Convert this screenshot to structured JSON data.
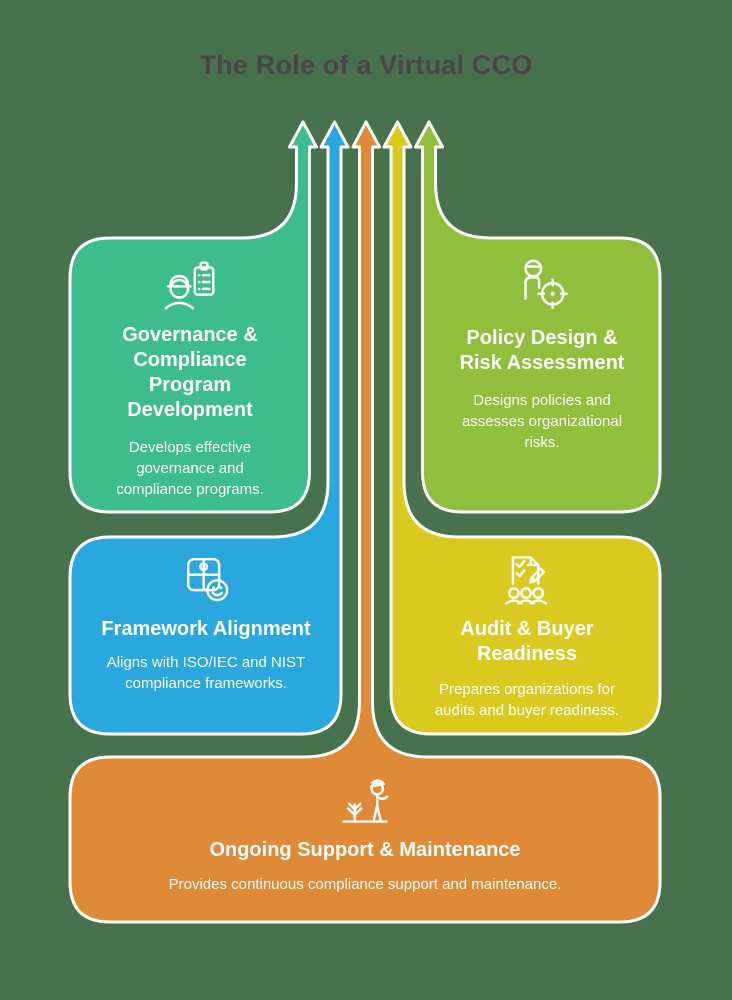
{
  "page": {
    "title": "The Role of a Virtual CCO",
    "title_color": "#474747",
    "background_color": "#48714E",
    "outline_color": "#FFFFFF"
  },
  "cards": [
    {
      "id": "governance",
      "title": "Governance & Compliance Program Development",
      "description": "Develops effective governance and compliance programs.",
      "color": "#3DBD8B",
      "icon": "engineer-clipboard-icon",
      "position": "top-left"
    },
    {
      "id": "policy-design",
      "title": "Policy Design & Risk Assessment",
      "description": "Designs policies and assesses organizational risks.",
      "color": "#8FBF3D",
      "icon": "person-target-icon",
      "position": "top-right"
    },
    {
      "id": "framework-alignment",
      "title": "Framework Alignment",
      "description": "Aligns with ISO/IEC and NIST compliance frameworks.",
      "color": "#2AA7DC",
      "icon": "puzzle-smiley-icon",
      "position": "middle-left"
    },
    {
      "id": "audit-readiness",
      "title": "Audit & Buyer Readiness",
      "description": "Prepares organizations for audits and buyer readiness.",
      "color": "#D9CA20",
      "icon": "audit-people-icon",
      "position": "middle-right"
    },
    {
      "id": "ongoing-support",
      "title": "Ongoing Support & Maintenance",
      "description": "Provides continuous compliance support and maintenance.",
      "color": "#DE8A37",
      "icon": "gardener-plant-icon",
      "position": "bottom"
    }
  ]
}
